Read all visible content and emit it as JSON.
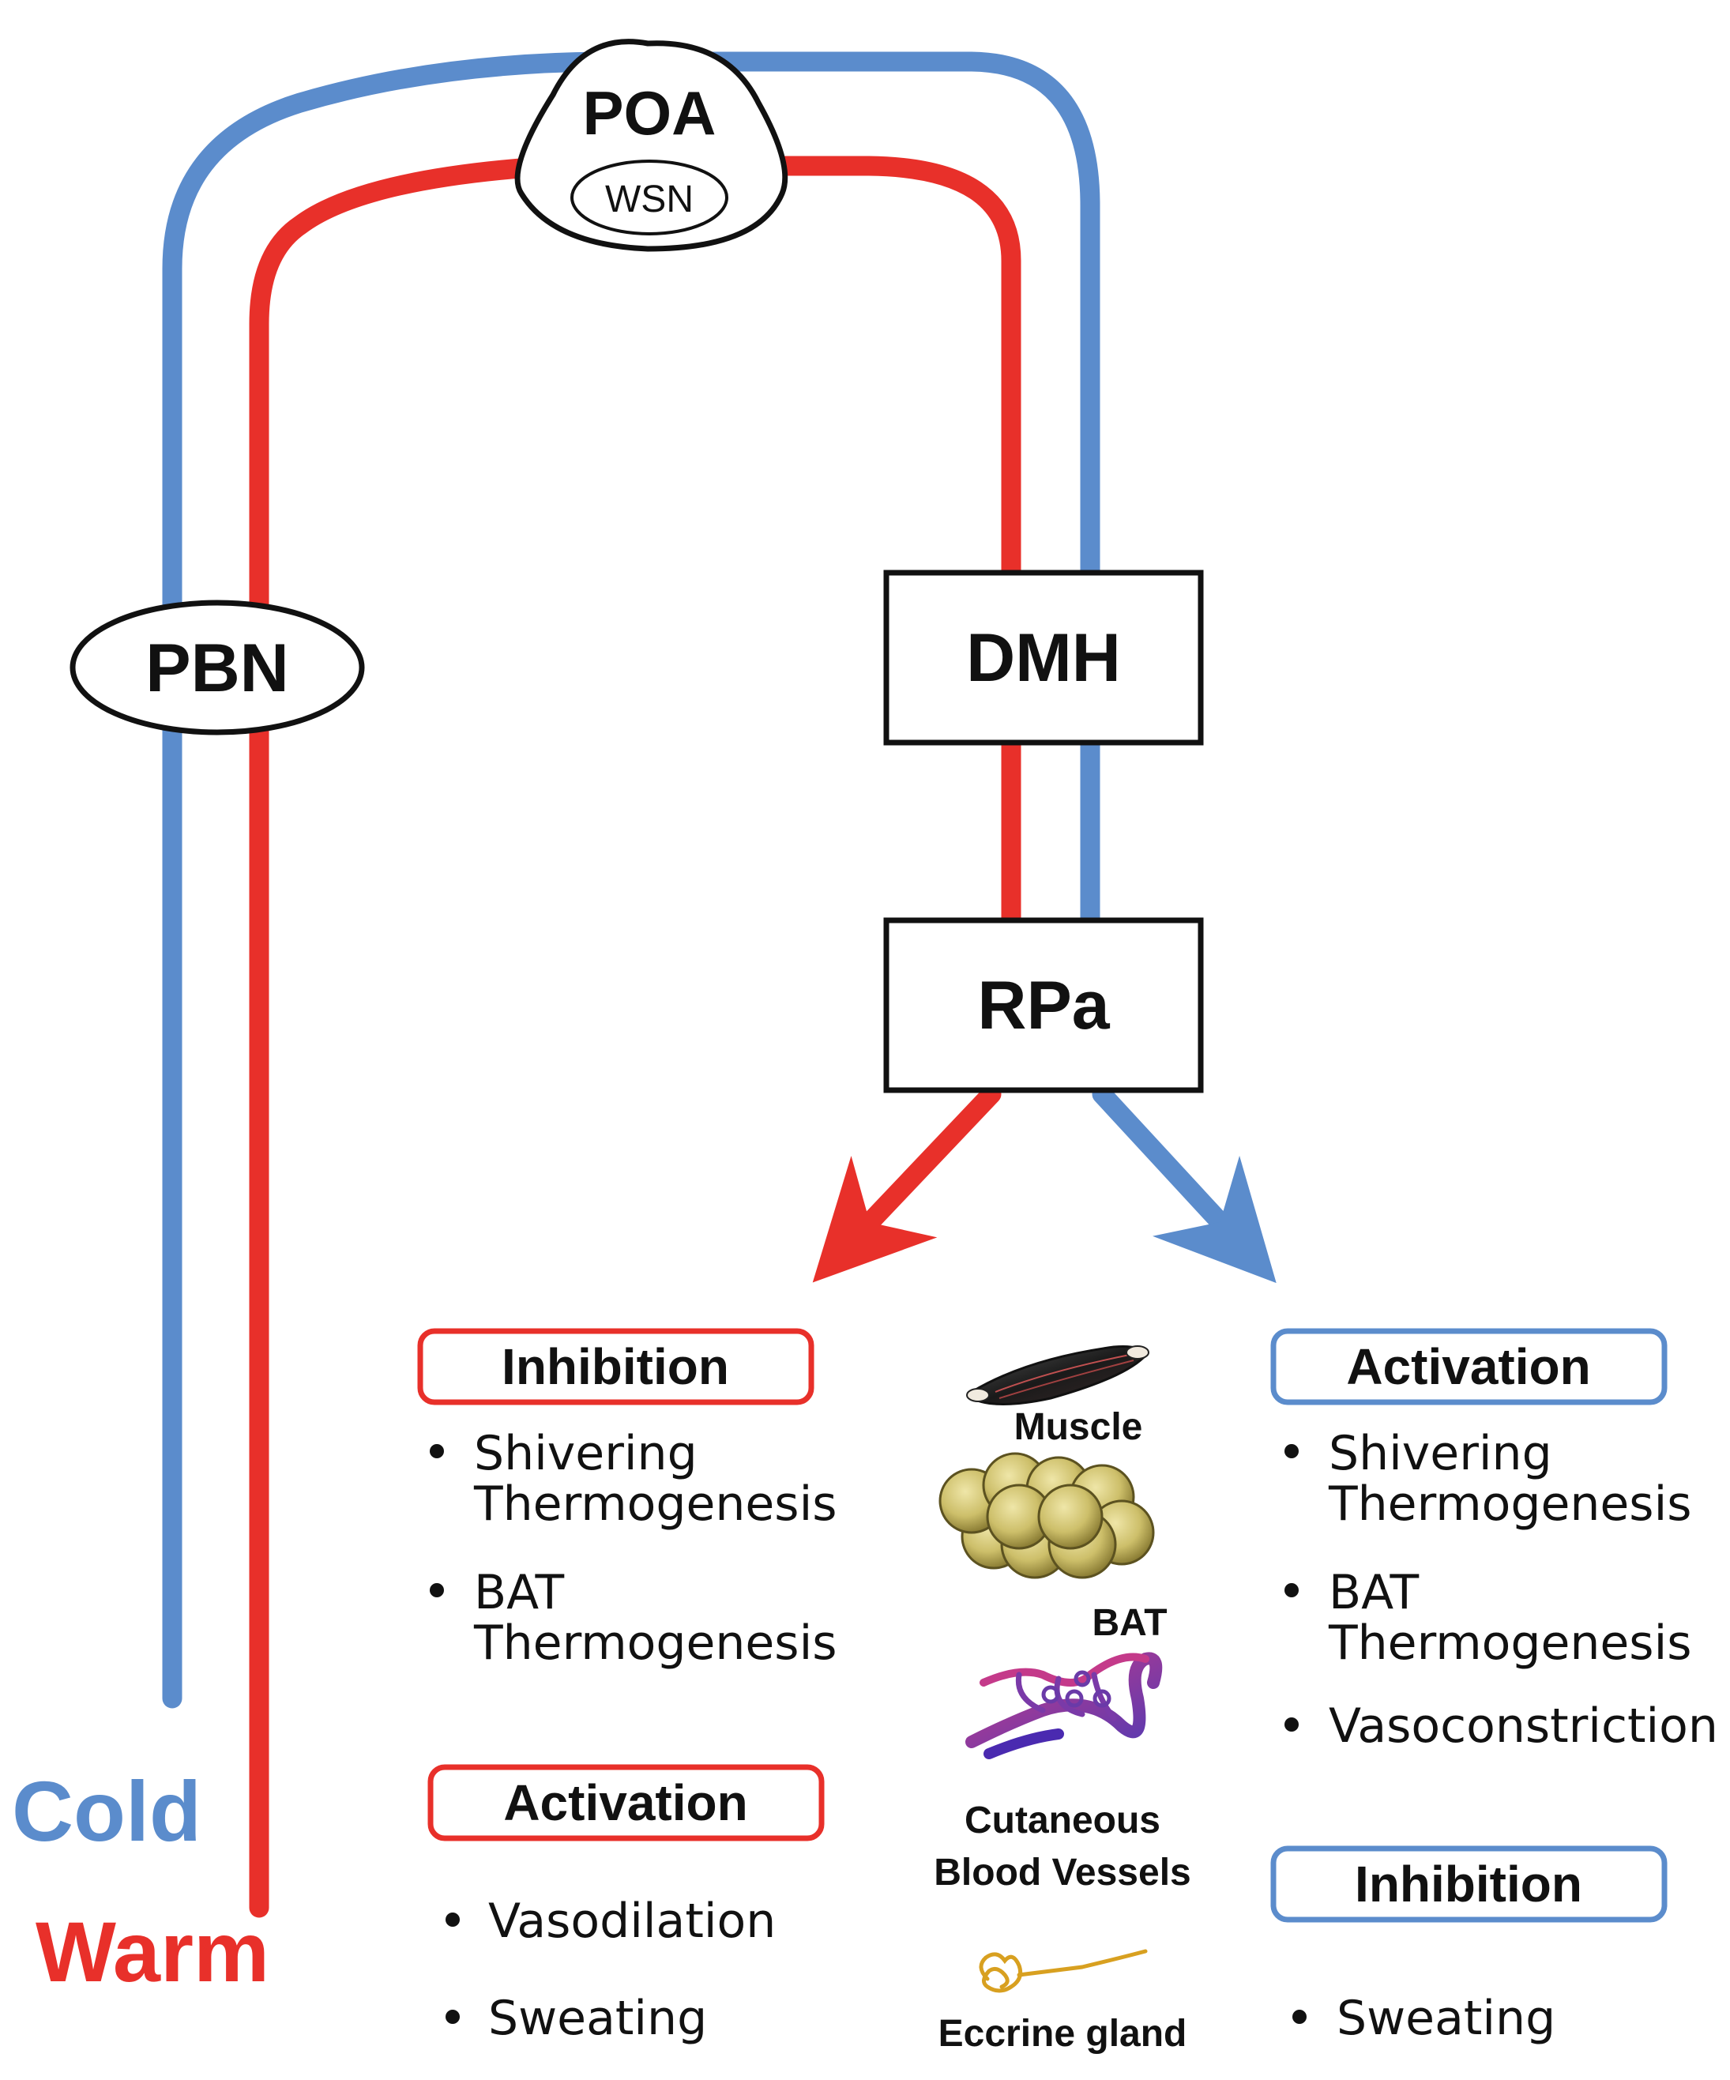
{
  "colors": {
    "cold": "#5b8ccc",
    "warm": "#e8302a",
    "outline": "#111111",
    "fill": "#ffffff"
  },
  "nodes": {
    "poa": "POA",
    "wsn": "WSN",
    "pbn": "PBN",
    "dmh": "DMH",
    "rpa": "RPa"
  },
  "warm_panel": {
    "inhibition_title": "Inhibition",
    "inhibition_items": [
      [
        "Shivering",
        "Thermogenesis"
      ],
      [
        "BAT",
        "Thermogenesis"
      ]
    ],
    "activation_title": "Activation",
    "activation_items": [
      "Vasodilation",
      "Sweating"
    ]
  },
  "cold_panel": {
    "activation_title": "Activation",
    "activation_items": [
      [
        "Shivering",
        "Thermogenesis"
      ],
      [
        "BAT",
        "Thermogenesis"
      ],
      [
        "Vasoconstriction"
      ]
    ],
    "inhibition_title": "Inhibition",
    "inhibition_items": [
      "Sweating"
    ]
  },
  "tissues": {
    "muscle": "Muscle",
    "bat": "BAT",
    "cutaneous_line1": "Cutaneous",
    "cutaneous_line2": "Blood Vessels",
    "eccrine": "Eccrine gland"
  },
  "legend": {
    "cold": "Cold",
    "warm": "Warm"
  },
  "icons": [
    "muscle-fiber-icon",
    "brown-fat-cells-icon",
    "blood-vessel-network-icon",
    "eccrine-gland-icon"
  ]
}
